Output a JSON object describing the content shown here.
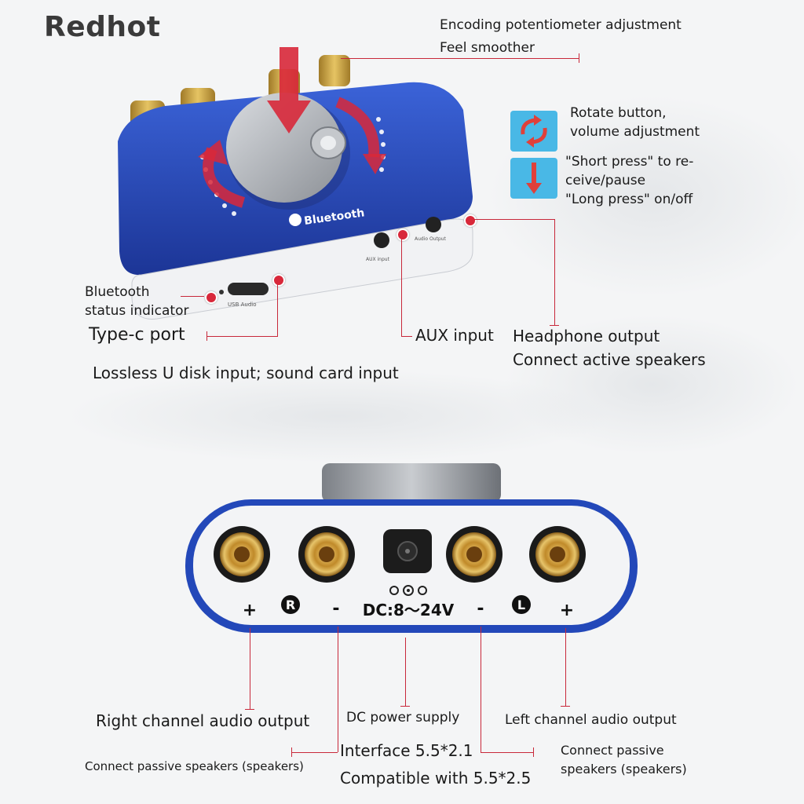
{
  "brand": "Redhot",
  "labels": {
    "encoding_line1": "Encoding potentiometer adjustment",
    "encoding_line2": "Feel smoother",
    "rotate_line1": "Rotate button,",
    "rotate_line2": "volume adjustment",
    "press_line1": "\"Short press\" to re-",
    "press_line2": "ceive/pause",
    "press_line3": "\"Long press\" on/off",
    "bt_status_line1": "Bluetooth",
    "bt_status_line2": "status indicator",
    "typec": "Type-c port",
    "aux": "AUX input",
    "headphone_line1": "Headphone output",
    "headphone_line2": "Connect active speakers",
    "lossless": "Lossless U disk input; sound card input",
    "right_out": "Right channel audio output",
    "dc_supply": "DC power supply",
    "left_out": "Left channel audio output",
    "passive_right": "Connect passive speakers (speakers)",
    "interface_line1": "Interface 5.5*2.1",
    "interface_line2": "Compatible with 5.5*2.5",
    "passive_left_line1": "Connect passive",
    "passive_left_line2": "speakers (speakers)"
  },
  "device_top": {
    "bluetooth_label": "Bluetooth",
    "aux_port_label": "AUX input",
    "audio_out_label": "Audio Output",
    "usb_label": "USB Audio"
  },
  "device_back": {
    "plus_right": "+",
    "r_badge": "R",
    "minus_right": "-",
    "dc_label": "DC:8～24V",
    "minus_left": "-",
    "l_badge": "L",
    "plus_left": "+"
  },
  "colors": {
    "accent_red": "#c8283a",
    "device_blue": "#2346b8",
    "icon_blue": "#49b8e6",
    "gold": "#c9a24a"
  },
  "icons": [
    "rotate-arrows-icon",
    "press-down-arrow-icon"
  ]
}
